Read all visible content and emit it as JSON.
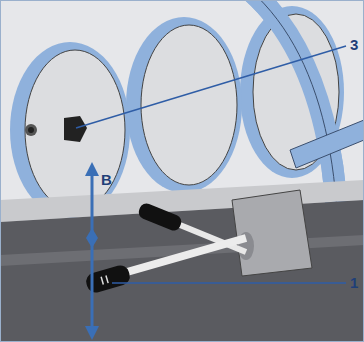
{
  "diagram": {
    "labels": [
      "3",
      "B",
      "1"
    ]
  }
}
